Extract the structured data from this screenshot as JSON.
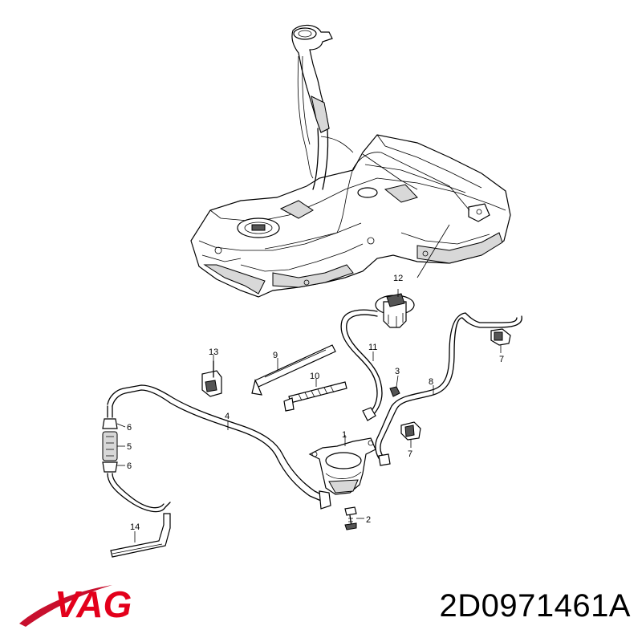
{
  "brand": {
    "name": "VAG",
    "swoosh_color": "#c8102e",
    "text_color": "#e3001b"
  },
  "part_number": "2D0971461A",
  "callouts": {
    "c1": "1",
    "c2": "2",
    "c3": "3",
    "c4": "4",
    "c5": "5",
    "c6a": "6",
    "c6b": "6",
    "c7a": "7",
    "c7b": "7",
    "c8": "8",
    "c9": "9",
    "c10": "10",
    "c11": "11",
    "c12": "12",
    "c13": "13",
    "c14": "14"
  }
}
